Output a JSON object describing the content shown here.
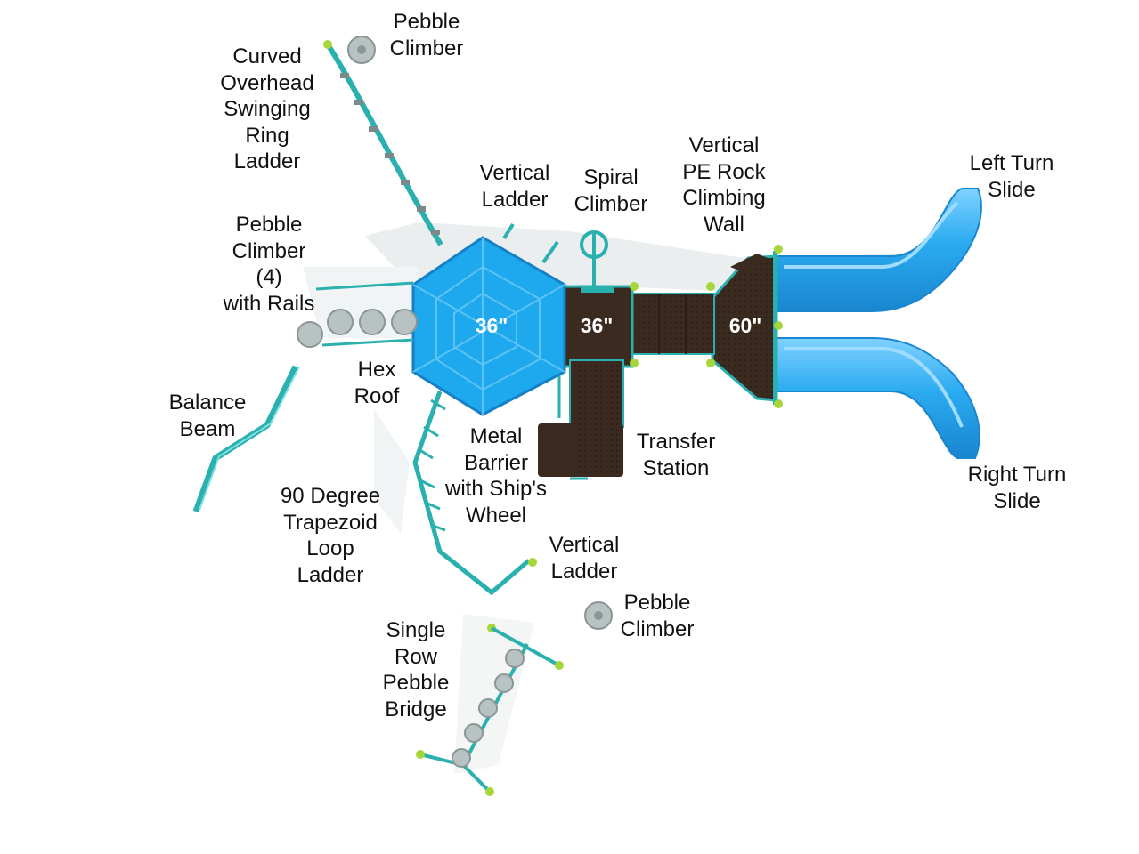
{
  "labels": {
    "pebble_climber_top": "Pebble\nClimber",
    "curved_ring_ladder": "Curved\nOverhead\nSwinging\nRing\nLadder",
    "vertical_ladder_top": "Vertical\nLadder",
    "spiral_climber": "Spiral\nClimber",
    "rock_wall": "Vertical\nPE Rock\nClimbing\nWall",
    "left_turn_slide": "Left Turn\nSlide",
    "pebble_climber_rails": "Pebble\nClimber\n(4)\nwith Rails",
    "hex_roof": "Hex\nRoof",
    "balance_beam": "Balance\nBeam",
    "metal_barrier": "Metal\nBarrier\nwith Ship's\nWheel",
    "transfer_station": "Transfer\nStation",
    "right_turn_slide": "Right Turn\nSlide",
    "trapezoid_ladder": "90 Degree\nTrapezoid\nLoop\nLadder",
    "vertical_ladder_bottom": "Vertical\nLadder",
    "pebble_climber_bottom": "Pebble\nClimber",
    "pebble_bridge": "Single\nRow\nPebble\nBridge"
  },
  "deck_heights": {
    "hex_deck": "36\"",
    "square_deck": "36\"",
    "tall_deck": "60\""
  },
  "colors": {
    "roof_blue": "#1ea8ee",
    "slide_blue": "#2aaaf0",
    "deck_brown": "#3b2a1f",
    "teal_rail": "#2bb0b0",
    "bolt_green": "#a6d63a",
    "pebble_grey": "#b9c2c2",
    "shadow_grey": "#eaeeee"
  }
}
